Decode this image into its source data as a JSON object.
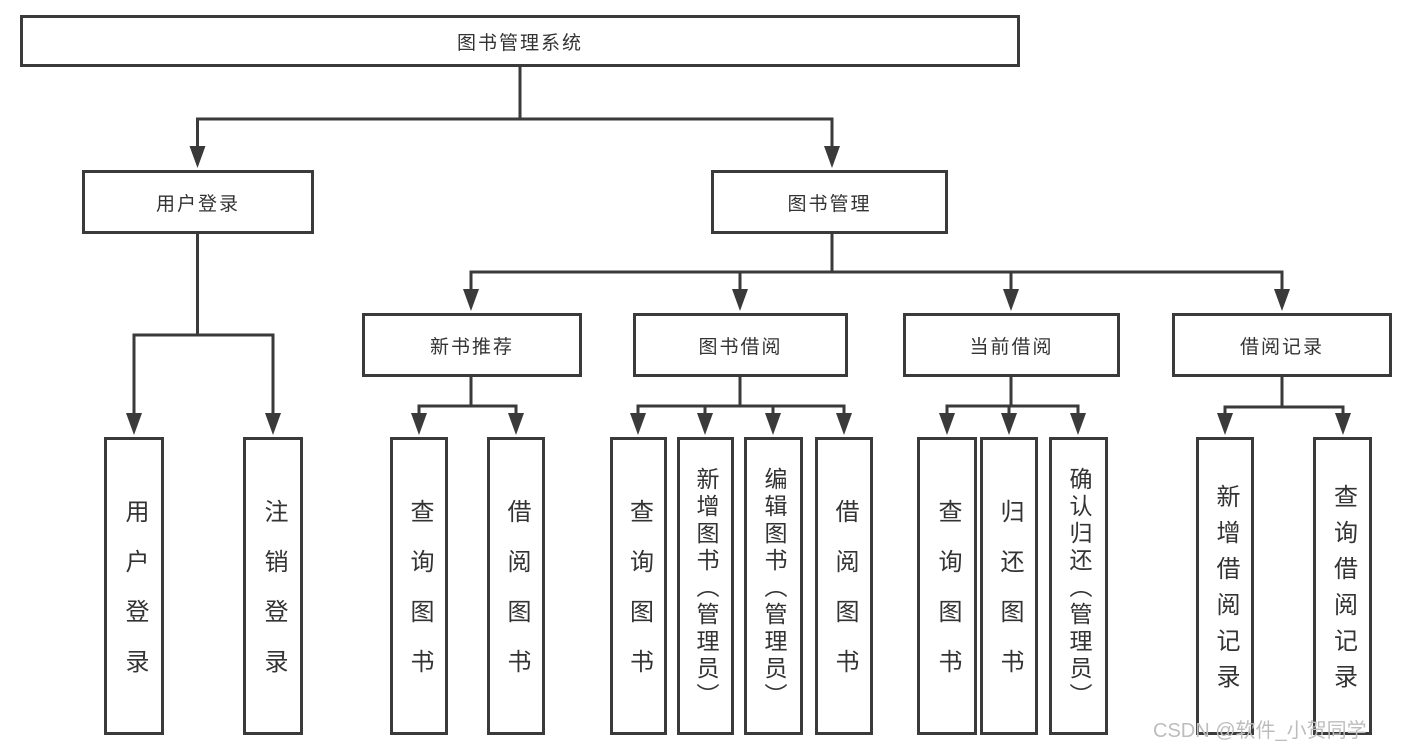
{
  "colors": {
    "line": "#3a3a3a",
    "text": "#333333",
    "watermark": "#bdbdbd",
    "background": "#ffffff"
  },
  "root": {
    "label": "图书管理系统"
  },
  "user_login": {
    "label": "用户登录",
    "children": {
      "login": "用户登录",
      "logout": "注销登录"
    }
  },
  "book_management": {
    "label": "图书管理",
    "new_books": {
      "label": "新书推荐",
      "children": {
        "query": "查询图书",
        "borrow": "借阅图书"
      }
    },
    "borrowing": {
      "label": "图书借阅",
      "children": {
        "query": "查询图书",
        "add": "新增图书（管理员）",
        "edit": "编辑图书（管理员）",
        "borrow": "借阅图书"
      }
    },
    "current": {
      "label": "当前借阅",
      "children": {
        "query": "查询图书",
        "return": "归还图书",
        "confirm": "确认归还（管理员）"
      }
    },
    "records": {
      "label": "借阅记录",
      "children": {
        "add": "新增借阅记录",
        "query": "查询借阅记录"
      }
    }
  },
  "watermark": "CSDN @软件_小贺同学"
}
